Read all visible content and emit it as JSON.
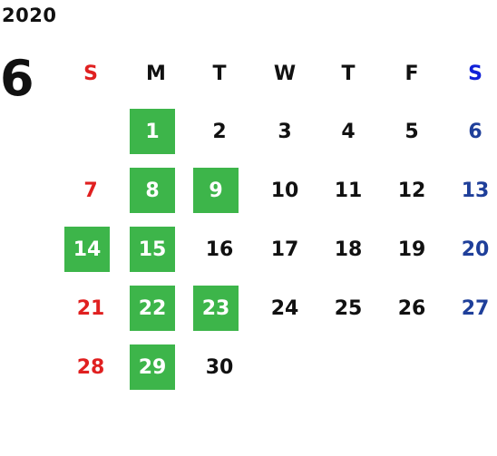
{
  "calendar": {
    "year": "2020",
    "month": "6",
    "weekdays": [
      "S",
      "M",
      "T",
      "W",
      "T",
      "F",
      "S"
    ],
    "weeks": [
      [
        "",
        "1",
        "2",
        "3",
        "4",
        "5",
        "6"
      ],
      [
        "7",
        "8",
        "9",
        "10",
        "11",
        "12",
        "13"
      ],
      [
        "14",
        "15",
        "16",
        "17",
        "18",
        "19",
        "20"
      ],
      [
        "21",
        "22",
        "23",
        "24",
        "25",
        "26",
        "27"
      ],
      [
        "28",
        "29",
        "30",
        "",
        "",
        "",
        ""
      ]
    ],
    "highlighted_days": [
      "1",
      "8",
      "9",
      "14",
      "15",
      "22",
      "23",
      "29"
    ],
    "colors": {
      "sunday": "#e02020",
      "saturday": "#1f3f9a",
      "highlight": "#3db54a"
    }
  }
}
